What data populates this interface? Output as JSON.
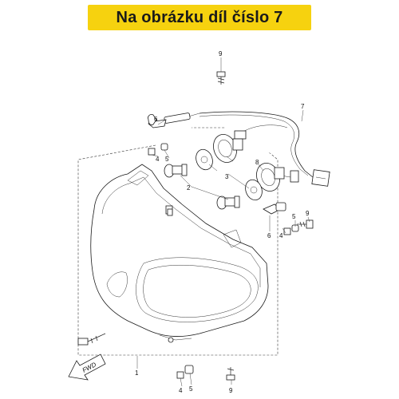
{
  "header": {
    "title": "Na obrázku díl číslo 7"
  },
  "callouts": {
    "c1": "1",
    "c2": "2",
    "c3": "3",
    "c4a": "4",
    "c4b": "4",
    "c4c": "4",
    "c5a": "5",
    "c5b": "5",
    "c5c": "5",
    "c6a": "6",
    "c6b": "6",
    "c7": "7",
    "c8": "8",
    "c9a": "9",
    "c9b": "9",
    "c9c": "9"
  },
  "fwd_label": "FWD"
}
